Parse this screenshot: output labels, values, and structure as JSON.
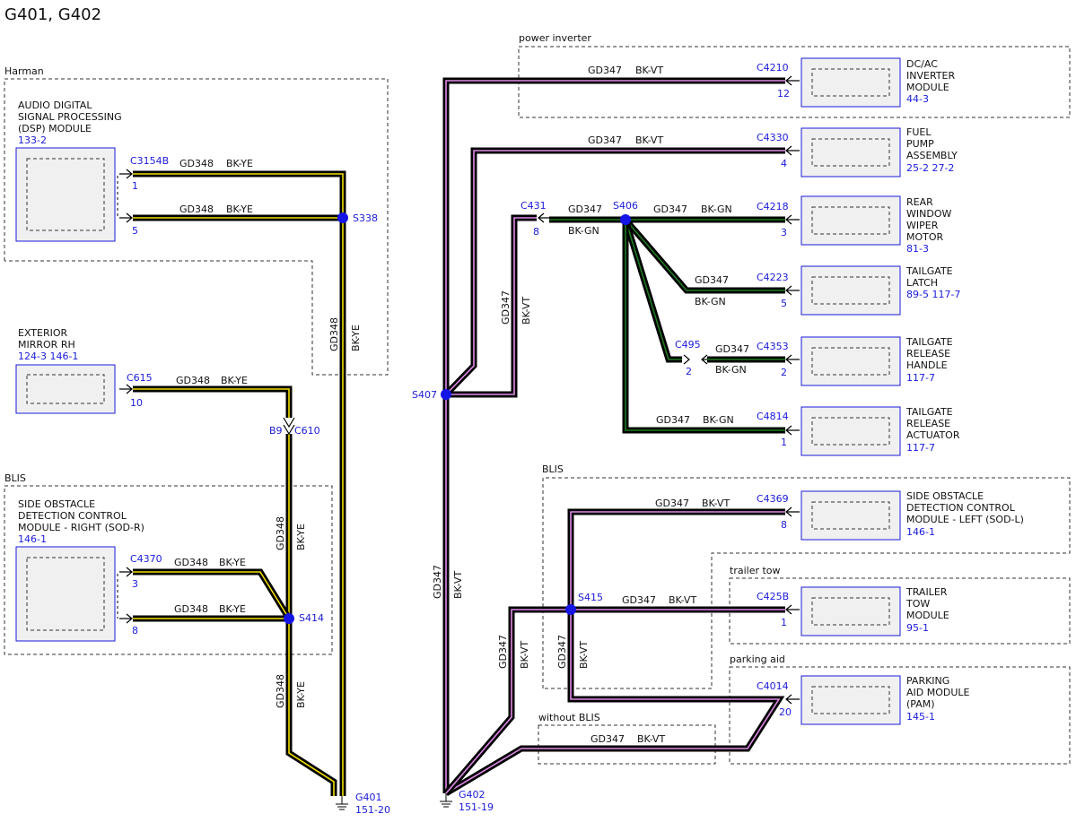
{
  "title": "G401, G402",
  "groups": {
    "harman": "Harman",
    "blis_left": "BLIS",
    "power_inverter": "power inverter",
    "blis_right": "BLIS",
    "trailer_tow": "trailer tow",
    "parking_aid": "parking aid",
    "without_blis": "without BLIS"
  },
  "modules": {
    "dsp": {
      "lines": [
        "AUDIO DIGITAL",
        "SIGNAL PROCESSING",
        "(DSP) MODULE"
      ],
      "ref": "133-2"
    },
    "mirror": {
      "lines": [
        "EXTERIOR",
        "MIRROR RH"
      ],
      "ref": "124-3   146-1"
    },
    "sod_r": {
      "lines": [
        "SIDE OBSTACLE",
        "DETECTION CONTROL",
        "MODULE - RIGHT (SOD-R)"
      ],
      "ref": "146-1"
    },
    "inverter": {
      "lines": [
        "DC/AC",
        "INVERTER",
        "MODULE"
      ],
      "ref": "44-3"
    },
    "fuel_pump": {
      "lines": [
        "FUEL",
        "PUMP",
        "ASSEMBLY"
      ],
      "ref": "25-2    27-2"
    },
    "rear_wiper": {
      "lines": [
        "REAR",
        "WINDOW",
        "WIPER",
        "MOTOR"
      ],
      "ref": "81-3"
    },
    "tailgate_latch": {
      "lines": [
        "TAILGATE",
        "LATCH"
      ],
      "ref": "89-5    117-7"
    },
    "tailgate_handle": {
      "lines": [
        "TAILGATE",
        "RELEASE",
        "HANDLE"
      ],
      "ref": "117-7"
    },
    "tailgate_actuator": {
      "lines": [
        "TAILGATE",
        "RELEASE",
        "ACTUATOR"
      ],
      "ref": "117-7"
    },
    "sod_l": {
      "lines": [
        "SIDE OBSTACLE",
        "DETECTION CONTROL",
        "MODULE - LEFT (SOD-L)"
      ],
      "ref": "146-1"
    },
    "trailer_module": {
      "lines": [
        "TRAILER",
        "TOW",
        "MODULE"
      ],
      "ref": "95-1"
    },
    "pam": {
      "lines": [
        "PARKING",
        "AID MODULE",
        "(PAM)"
      ],
      "ref": "145-1"
    }
  },
  "connectors": {
    "c3154b": "C3154B",
    "c3154b_pin1": "1",
    "c3154b_pin5": "5",
    "c615": "C615",
    "c615_pin": "10",
    "c610": "C610",
    "c610_pin": "B9",
    "c4370": "C4370",
    "c4370_pin3": "3",
    "c4370_pin8": "8",
    "c4210": "C4210",
    "c4210_pin": "12",
    "c4330": "C4330",
    "c4330_pin": "4",
    "c431": "C431",
    "c431_pin": "8",
    "c4218": "C4218",
    "c4218_pin": "3",
    "c4223": "C4223",
    "c4223_pin": "5",
    "c495": "C495",
    "c495_pin": "2",
    "c4353": "C4353",
    "c4353_pin": "2",
    "c4814": "C4814",
    "c4814_pin": "1",
    "c4369": "C4369",
    "c4369_pin": "8",
    "c425b": "C425B",
    "c425b_pin": "1",
    "c4014": "C4014",
    "c4014_pin": "20"
  },
  "splices": {
    "s338": "S338",
    "s414": "S414",
    "s406": "S406",
    "s407": "S407",
    "s415": "S415"
  },
  "grounds": {
    "g401": "G401",
    "g401_ref": "151-20",
    "g402": "G402",
    "g402_ref": "151-19"
  },
  "wires": {
    "gd348": "GD348",
    "bk_ye": "BK-YE",
    "gd347": "GD347",
    "bk_vt": "BK-VT",
    "bk_gn": "BK-GN"
  },
  "colors": {
    "yellow": "#f2e000",
    "green": "#1e7b20",
    "violet": "#e08ae8",
    "blue": "#1a1adb"
  }
}
